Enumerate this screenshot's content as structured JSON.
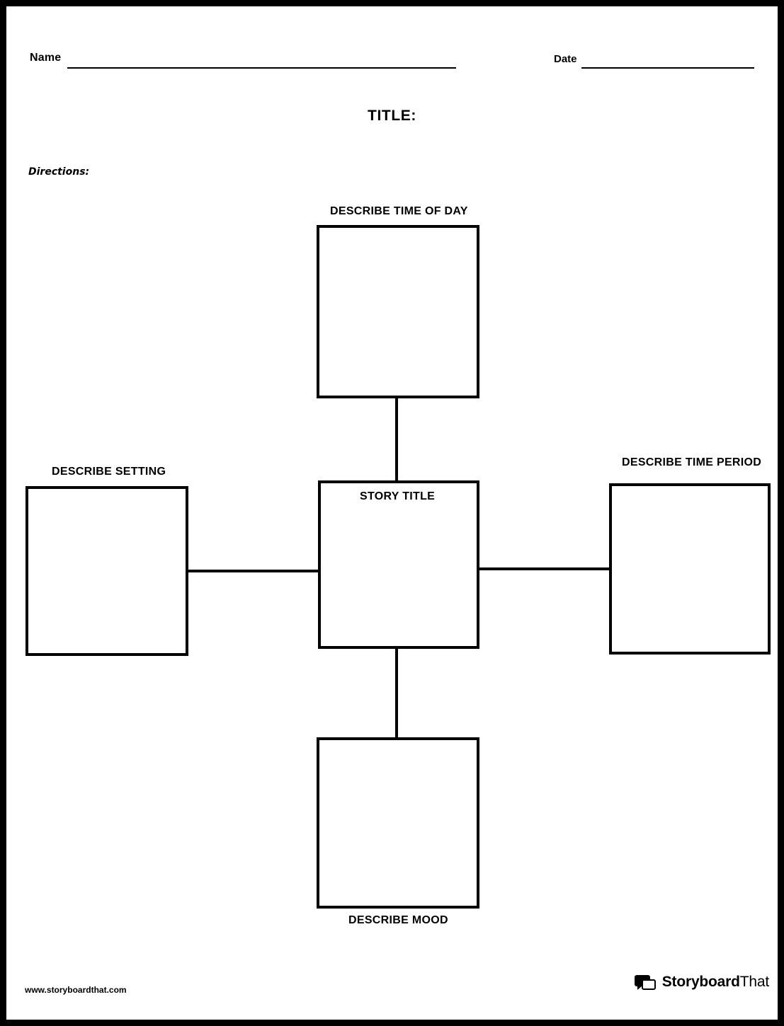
{
  "header": {
    "name_label": "Name",
    "date_label": "Date",
    "title_label": "TITLE:",
    "directions_label": "Directions:"
  },
  "diagram": {
    "type": "spider-map",
    "center": {
      "label": "STORY TITLE"
    },
    "nodes": [
      {
        "id": "time-of-day",
        "label": "DESCRIBE TIME OF DAY",
        "position": "top"
      },
      {
        "id": "setting",
        "label": "DESCRIBE SETTING",
        "position": "left"
      },
      {
        "id": "time-period",
        "label": "DESCRIBE TIME PERIOD",
        "position": "right"
      },
      {
        "id": "mood",
        "label": "DESCRIBE MOOD",
        "position": "bottom"
      }
    ]
  },
  "footer": {
    "url": "www.storyboardthat.com",
    "brand_bold": "Storyboard",
    "brand_light": "That",
    "brand_icon": "speech-bubble-icon"
  }
}
